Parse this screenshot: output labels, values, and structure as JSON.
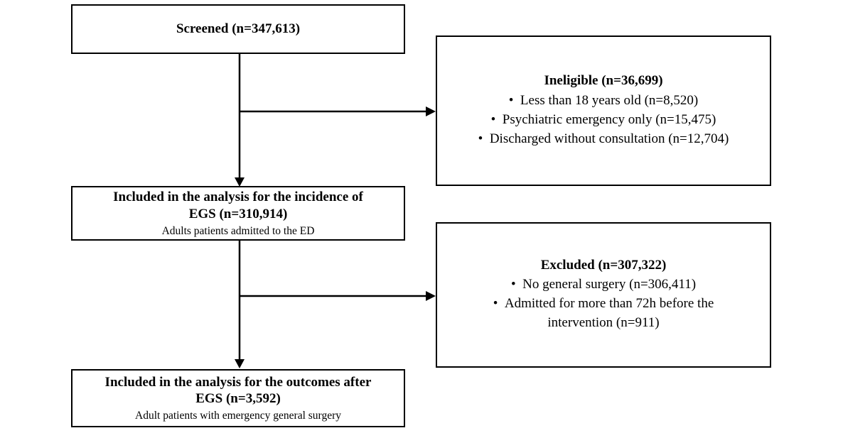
{
  "colors": {
    "background": "#ffffff",
    "border": "#000000",
    "text": "#000000",
    "arrow": "#000000"
  },
  "flowchart": {
    "box_screened": {
      "title": "Screened (n=347,613)"
    },
    "box_ineligible": {
      "title": "Ineligible (n=36,699)",
      "items": [
        "Less than 18 years old (n=8,520)",
        "Psychiatric emergency only (n=15,475)",
        "Discharged without consultation (n=12,704)"
      ]
    },
    "box_incidence": {
      "title_line1": "Included in the analysis for the incidence of",
      "title_line2": "EGS (n=310,914)",
      "subtitle": "Adults patients admitted to the ED"
    },
    "box_excluded": {
      "title": "Excluded (n=307,322)",
      "items": [
        "No general surgery (n=306,411)",
        "Admitted for more than 72h before the intervention (n=911)"
      ]
    },
    "box_outcomes": {
      "title_line1": "Included in the analysis for the outcomes after",
      "title_line2": "EGS (n=3,592)",
      "subtitle": "Adult patients with emergency general surgery"
    }
  }
}
